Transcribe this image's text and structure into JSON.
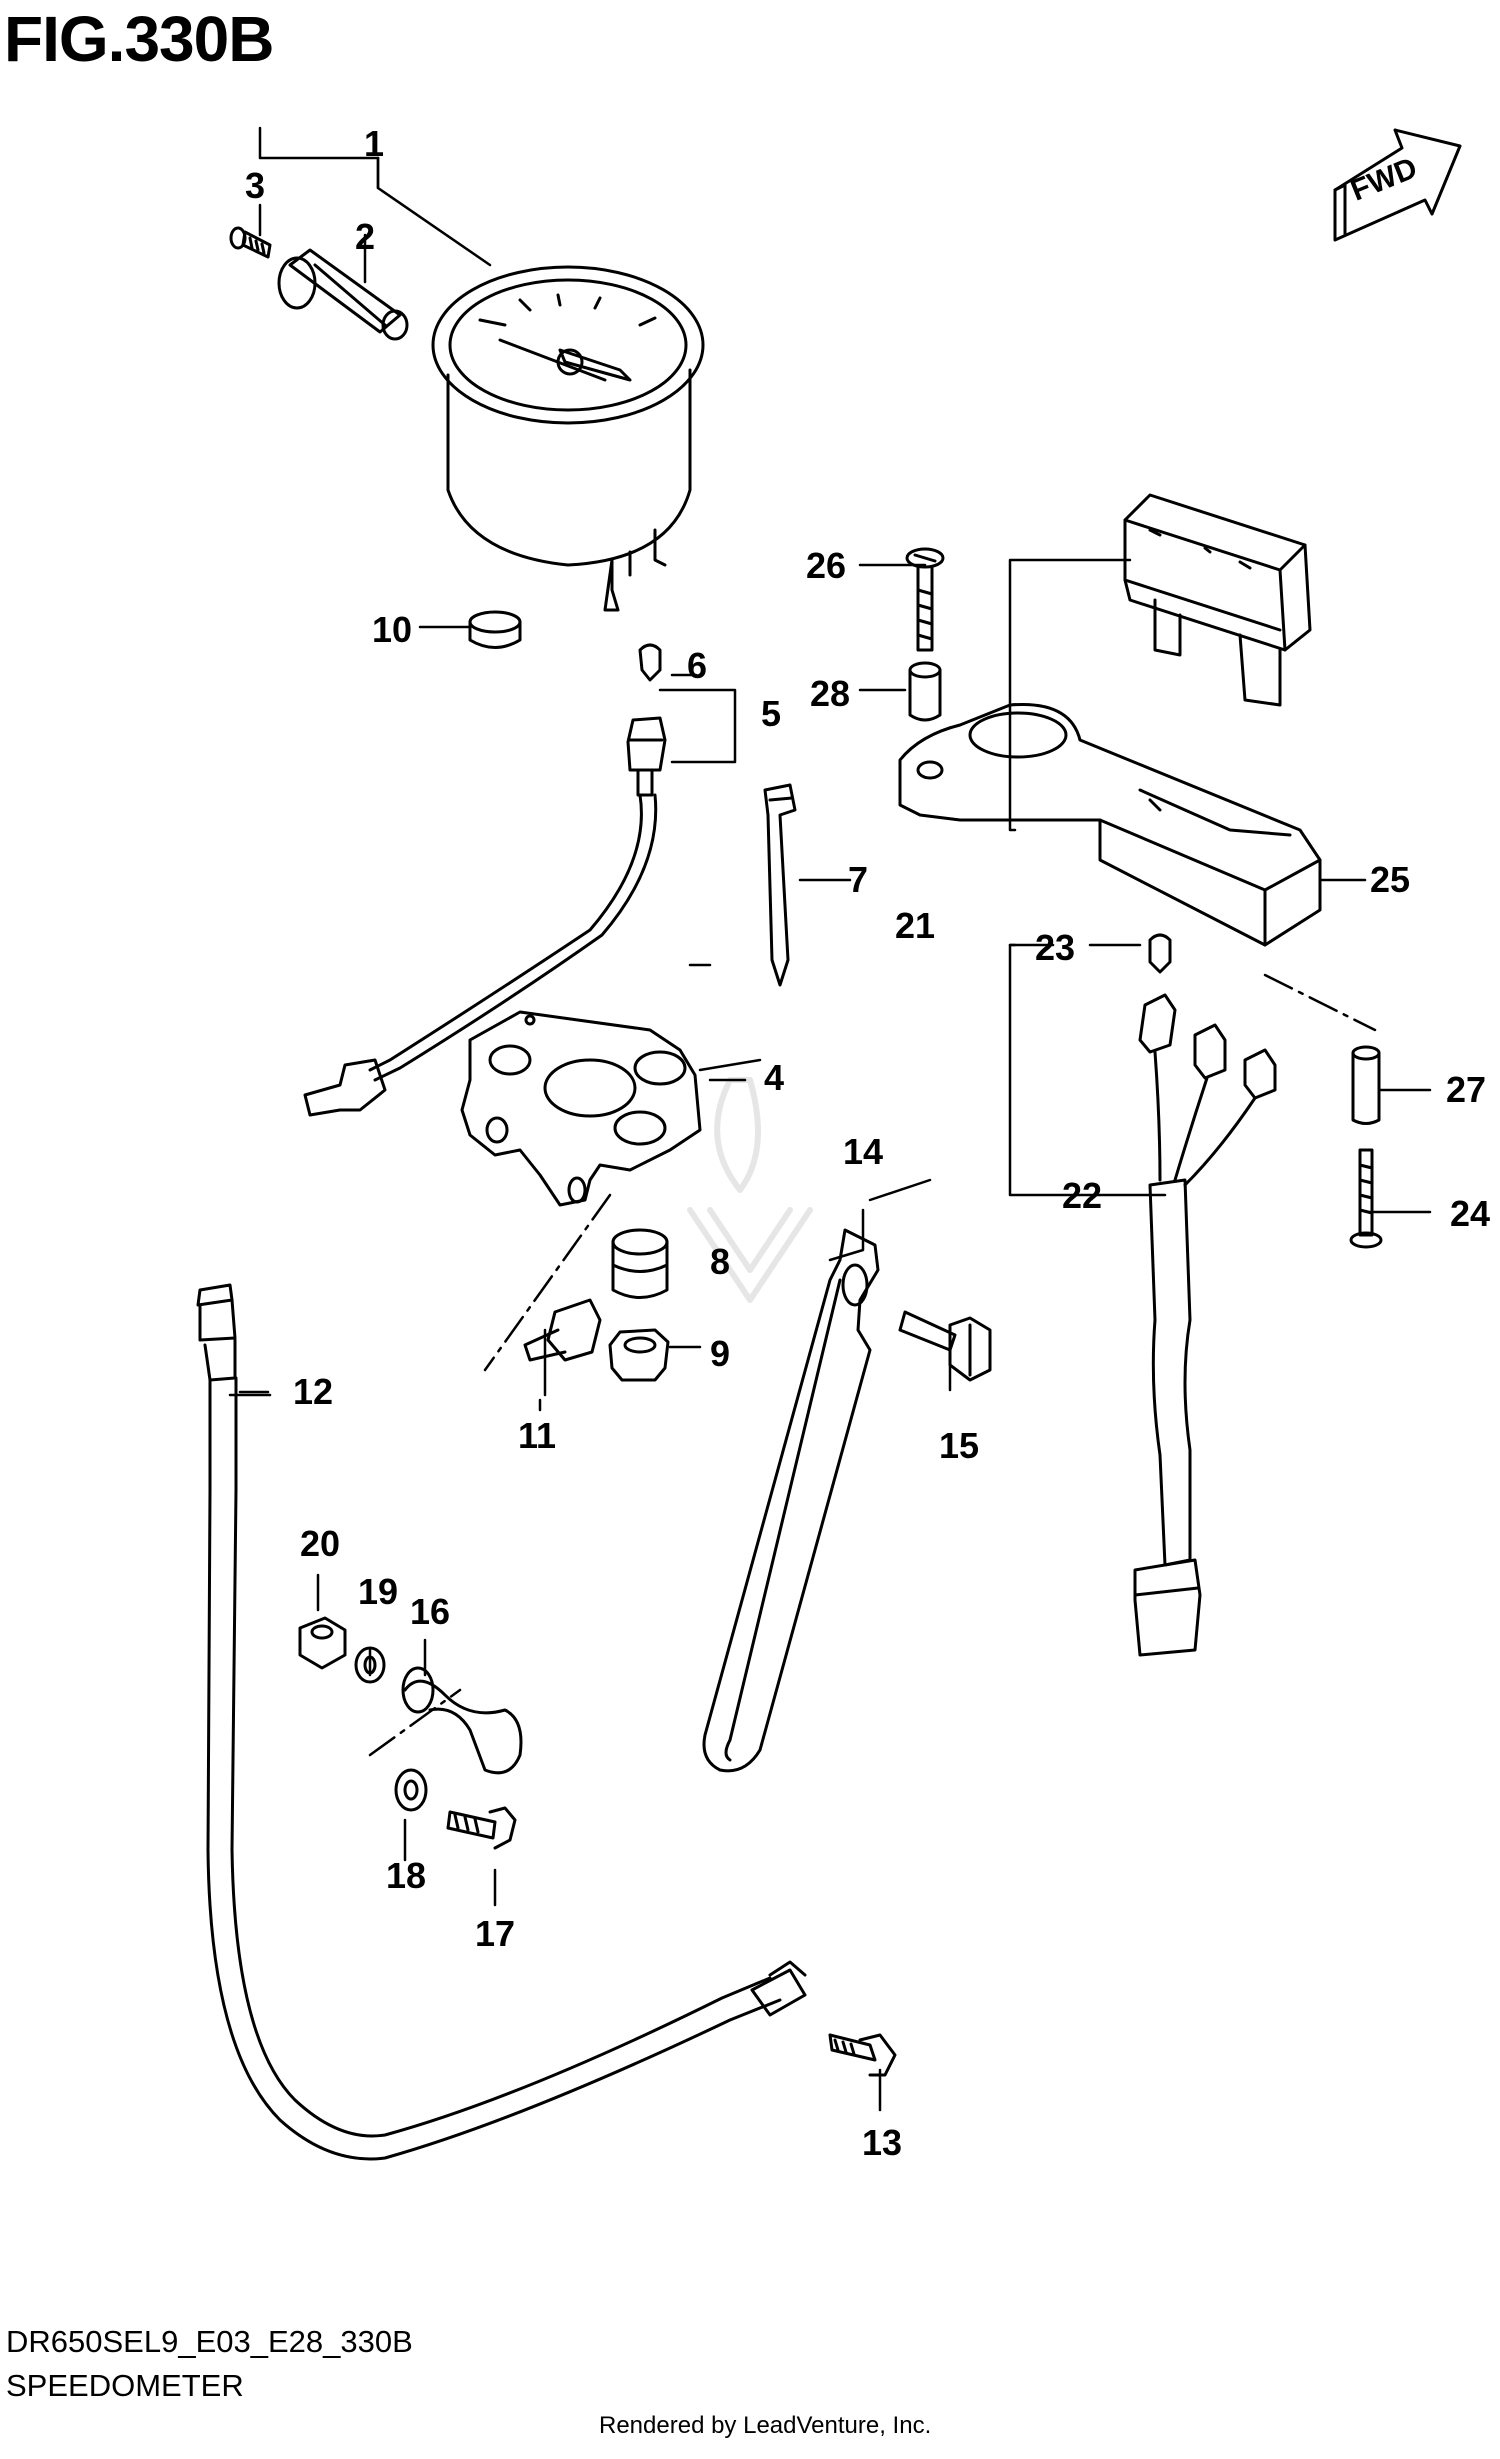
{
  "figure": {
    "title": "FIG.330B",
    "code": "DR650SEL9_E03_E28_330B",
    "name": "SPEEDOMETER",
    "credit": "Rendered by LeadVenture, Inc."
  },
  "fwd_label": "FWD",
  "callouts": [
    "1",
    "2",
    "3",
    "4",
    "5",
    "6",
    "7",
    "8",
    "9",
    "10",
    "11",
    "12",
    "13",
    "14",
    "15",
    "16",
    "17",
    "18",
    "19",
    "20",
    "21",
    "22",
    "23",
    "24",
    "25",
    "26",
    "27",
    "28"
  ],
  "icons": {
    "direction": "fwd-arrow-icon",
    "watermark": "leadventure-watermark-icon"
  },
  "colors": {
    "line": "#000000",
    "watermark": "#e6e6e6"
  }
}
